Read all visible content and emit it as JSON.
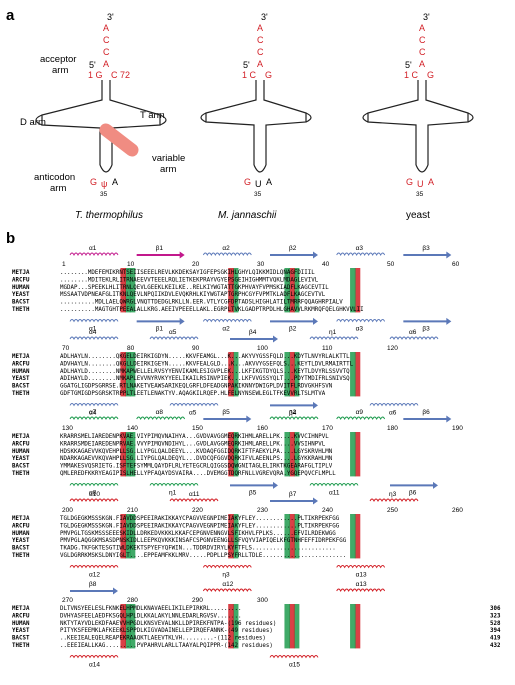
{
  "panel_a": {
    "label": "a",
    "arm_labels": {
      "acceptor": "acceptor",
      "acceptor2": "arm",
      "d_arm": "D arm",
      "t_arm": "T arm",
      "anticodon": "anticodon",
      "anticodon2": "arm",
      "variable": "variable",
      "variable2": "arm"
    },
    "trnas": [
      {
        "species": "T. thermophilus",
        "top": [
          "3'",
          "A",
          "C",
          "C",
          "A"
        ],
        "five": "5'",
        "left_base": "1 G",
        "right_base": "C 72",
        "bottom_left": "G",
        "bottom_mid": "ψ",
        "bottom_right": "A",
        "pos": "35"
      },
      {
        "species": "M. jannaschii",
        "top": [
          "3'",
          "A",
          "C",
          "C",
          "A"
        ],
        "five": "5'",
        "left_base": "1 C",
        "right_base": "G",
        "bottom_left": "G",
        "bottom_mid": "U",
        "bottom_right": "A",
        "pos": "35"
      },
      {
        "species": "yeast",
        "top": [
          "3'",
          "A",
          "C",
          "C",
          "A"
        ],
        "five": "5'",
        "left_base": "1 C",
        "right_base": "G",
        "bottom_left": "G",
        "bottom_mid": "U",
        "bottom_right": "A",
        "pos": "35"
      }
    ]
  },
  "panel_b": {
    "label": "b",
    "blocks": [
      {
        "top_ss": [
          {
            "t": "α1",
            "kind": "h"
          },
          {
            "t": "β1",
            "kind": "s"
          },
          {
            "t": "α2",
            "kind": "h"
          },
          {
            "t": "β2",
            "kind": "s"
          },
          {
            "t": "α3",
            "kind": "h"
          },
          {
            "t": "β3",
            "kind": "s"
          }
        ],
        "ticks": [
          "1",
          "10",
          "20",
          "30",
          "40",
          "50",
          "60"
        ],
        "rows": [
          {
            "name": "METJA",
            "seq": "........MDEFEMIKRNTSEIISEEELREVLKKDEKSAYIGFEPSGKIHLGHYLQIKKMIDLQNAGFDIIIL"
          },
          {
            "name": "ARCFU",
            "seq": "........MDITEKLRLITRNAEEVVTEEELRQLIETKEKPRAYVGYEPSGEIHIGHMMTVQKLMDAGLEVIVL"
          },
          {
            "name": "HUMAN",
            "seq": "MGDAP...SPEEKLHLITRNLQEVLGEEKLKEILKE..RELKIYWGTATTGKPHVAYFVPMSKIADFLKAGCEVTIL"
          },
          {
            "name": "YEAST",
            "seq": "MSSAATVDPNEAFGLITKNLQEVLNPQIIKDVLEVQKRHLKIYWGTAPTGRPHCGYFVPMTKLADFLKAGCEVTVL"
          },
          {
            "name": "BACST",
            "seq": "..........MDLLAELQWRGLVNQTTDEDGLRKLLN.EER.VTLYCGFDPTADSLHIGHLATILTMRRFQQAGHRPIALV"
          },
          {
            "name": "THETH",
            "seq": "..........MAGTGHTPEEALALLKRG.AEEIVPEEELLAKL.EGRPLTVKLGADPTRPDLHLGHAVVLRKMRQFQELGHKVVLII"
          }
        ],
        "bottom_ss": [
          {
            "t": "α1",
            "kind": "h"
          },
          {
            "t": "β1",
            "kind": "s"
          },
          {
            "t": "α2",
            "kind": "h"
          },
          {
            "t": "β2",
            "kind": "s"
          },
          {
            "t": "α3",
            "kind": "h"
          },
          {
            "t": "β3",
            "kind": "s"
          }
        ]
      },
      {
        "top_ss": [
          {
            "t": "α4",
            "kind": "h"
          },
          {
            "t": "α5",
            "kind": "h"
          },
          {
            "t": "β4",
            "kind": "s"
          },
          {
            "t": "η1",
            "kind": "h"
          },
          {
            "t": "α6",
            "kind": "h"
          }
        ],
        "ticks": [
          "70",
          "80",
          "90",
          "100",
          "110",
          "120"
        ],
        "rows": [
          {
            "name": "METJA",
            "seq": "ADLHAYLN........QKGELDEIRKIGDYN.....KKVFEAMGL...K...AKYVYGSSFQLD...KDYTLNVYRLALKTTL"
          },
          {
            "name": "ARCFU",
            "seq": "ADVHAYLN........QKGLLDEIRKIGEYN.....KKVFEALGLD...K...AKVVYGSEFQLS...KEYTLDVLRMAIRTTL"
          },
          {
            "name": "HUMAN",
            "seq": "ADLHAYLD........NMKAPWELLELRVSYYENVIKAMLESIGVPLEK...LKFIKGTDYQLS...KEYTLDVYRLSSVVTQ"
          },
          {
            "name": "YEAST",
            "seq": "ADIHAYLD........NMKAPLEVVNYRVKYYEELIKAILRSINVPIEK...LKFVVGSSYQLT...PDYTMDIFRLSNIVSQ"
          },
          {
            "name": "BACST",
            "seq": "GGATGLIGDPSGRRSE.RTLNAKETVEAWSARIKEQLGRFLDFEADGNPAKIKNNYDWIGPLDVITFLRDVGKHFSVN"
          },
          {
            "name": "THETH",
            "seq": "GDFTGMIGDPSGRSKTRPPLTLEETLENAKTYV.AQAGKILRQEP.HLFELNYNSEWLEGLTFKEVVRLTSLMTVA"
          }
        ],
        "bottom_ss": [
          {
            "t": "α4",
            "kind": "h"
          },
          {
            "t": "α5",
            "kind": "h"
          },
          {
            "t": "β4",
            "kind": "s"
          },
          {
            "t": "α6",
            "kind": "h"
          }
        ]
      },
      {
        "top_ss": [
          {
            "t": "α7",
            "kind": "h"
          },
          {
            "t": "α8",
            "kind": "h"
          },
          {
            "t": "β5",
            "kind": "s"
          },
          {
            "t": "η2",
            "kind": "h"
          },
          {
            "t": "α9",
            "kind": "h"
          },
          {
            "t": "β6",
            "kind": "s"
          }
        ],
        "ticks": [
          "130",
          "140",
          "150",
          "160",
          "170",
          "180",
          "190"
        ],
        "rows": [
          {
            "name": "METJA",
            "seq": "KRARRSMELIAREDENPKVAE.VIYPIMQVNAIHYA...GVDVAVGGMEQRKIHMLARELLPK....KVVCIHNPVL"
          },
          {
            "name": "ARCFU",
            "seq": "KRARRSMDEIAREDENPRVAE.VVYPIMQVNDIHYL...GVDLAVGGMEQRKIHMLARELLPK....VVSIHNPVL"
          },
          {
            "name": "HUMAN",
            "seq": "HDSKKAGAEVVKQVEHPLLSG.LLYPGLQALDEEYL...KVDAQFGGIDQRKIFTFAEKYLPA....LGYSKRVHLMN"
          },
          {
            "name": "YEAST",
            "seq": "NDARKAGAEVVKQVAHPLLSG.LIYPGLQALDEQYL...DVDCQFGGVDQRKIFVLAEENLPS....LGYKKRAHLMN"
          },
          {
            "name": "BACST",
            "seq": "YMMAKESVQSRIETG.ISFTEFSYMMLQAYDFLRLYETEGCRLQIGGSDQWGNITAGLELIRKTKGEARAFGLTIPLV"
          },
          {
            "name": "THETH",
            "seq": "QMLEREDFKKRYEAGIPISLHELLYPFAQAYDSVAIRA....DVEMGGTDQRFNLLVGREVQRA.YGQEPQVCFLMPLL"
          }
        ],
        "bottom_ss": [
          {
            "t": "α8",
            "kind": "h"
          },
          {
            "t": "η1",
            "kind": "h"
          },
          {
            "t": "β5",
            "kind": "s"
          },
          {
            "t": "α11",
            "kind": "h"
          },
          {
            "t": "β6",
            "kind": "s"
          }
        ]
      },
      {
        "top_ss": [
          {
            "t": "α10",
            "kind": "h"
          },
          {
            "t": "α11",
            "kind": "h"
          },
          {
            "t": "β7",
            "kind": "s"
          },
          {
            "t": "η3",
            "kind": "h"
          }
        ],
        "ticks": [
          "200",
          "210",
          "220",
          "230",
          "240",
          "250",
          "260"
        ],
        "rows": [
          {
            "name": "METJA",
            "seq": "TGLDGEGKMSSSKGN.FIAVDDSPEEIRAKIKKAYCPAGVVEGNPIMEIAKYFLEY............PLTIKRPEKFGG"
          },
          {
            "name": "ARCFU",
            "seq": "TGLDGEGKMSSSKGN.FIAVDDSPEEIRAKIKKAYCPAGVVEGNPIMEIAKYFLEY............PLTIKRPEKFGG"
          },
          {
            "name": "HUMAN",
            "seq": "PMVPGLTGSKMSSSEEESKIDLLDRKEDVKKKLKKAFCEPGNVENNGVLSFIKHVLFPLKS......EFVILRDEKWGG"
          },
          {
            "name": "YEAST",
            "seq": "PMVPGLAQGGKMSASDPNSKIDLLEEPKQVKKKINSAFCSPGNVEENGLLSFVQYVIAPIQELKFGTNHFEFFIDRPEKFGG"
          },
          {
            "name": "BACST",
            "seq": "TKADG.TKFGKTESGTIWLDKEKTSPYEFYQFWIN...TDDRDVIRYLKYFTFLS........................"
          },
          {
            "name": "THETH",
            "seq": "VGLDGRRKMSKSLDNYIGLT....EPPEAMFKKLMRV.....PDPLLPSYFRLLTDLE........................"
          }
        ],
        "bottom_ss": [
          {
            "t": "α12",
            "kind": "h"
          },
          {
            "t": "η3",
            "kind": "h"
          },
          {
            "t": "α13",
            "kind": "h"
          }
        ]
      },
      {
        "top_ss": [
          {
            "t": "β8",
            "kind": "s"
          },
          {
            "t": "α12",
            "kind": "h"
          },
          {
            "t": "α13",
            "kind": "h"
          }
        ],
        "ticks": [
          "270",
          "280",
          "290",
          "300"
        ],
        "rows": [
          {
            "name": "METJA",
            "seq": "DLTVNSYEELESLFKNKELHPMDLKNAVAEELIKILEPIRKRL.........",
            "end": "306"
          },
          {
            "name": "ARCFU",
            "seq": "DVHYASFEELAEDFKSGQLHPLDLKKALAKYLNNLEDARLRGVSV.......",
            "end": "323"
          },
          {
            "name": "HUMAN",
            "seq": "NKTYTAYVDLEKDFAAEVVHPGDLKNSVEVALNKLLDPIREKFNTPA-(196 residues)",
            "end": "528"
          },
          {
            "name": "YEAST",
            "seq": "PITYKSFEEMKLAFKEEKLSPPDLKIGVADAINELLEPIRQEFANNK-(49 residues)",
            "end": "394"
          },
          {
            "name": "BACST",
            "seq": "..KEEIEALEQELREAPEKRAAQKTLAEEVTKLVH.........-(112 residues)",
            "end": "419"
          },
          {
            "name": "THETH",
            "seq": "..EEEIEALLKAG.........PVPAHRVLARLLTAAYALPQIPPR-(142 residues)",
            "end": "432"
          }
        ],
        "bottom_ss": [
          {
            "t": "α14",
            "kind": "h"
          },
          {
            "t": "α15",
            "kind": "h"
          }
        ]
      }
    ]
  },
  "colors": {
    "red": "#d21f26",
    "green": "#1e9b4e",
    "blue": "#5b78b8",
    "magenta": "#c2188c",
    "salmon": "#f08c82",
    "box": "#d21f26"
  }
}
